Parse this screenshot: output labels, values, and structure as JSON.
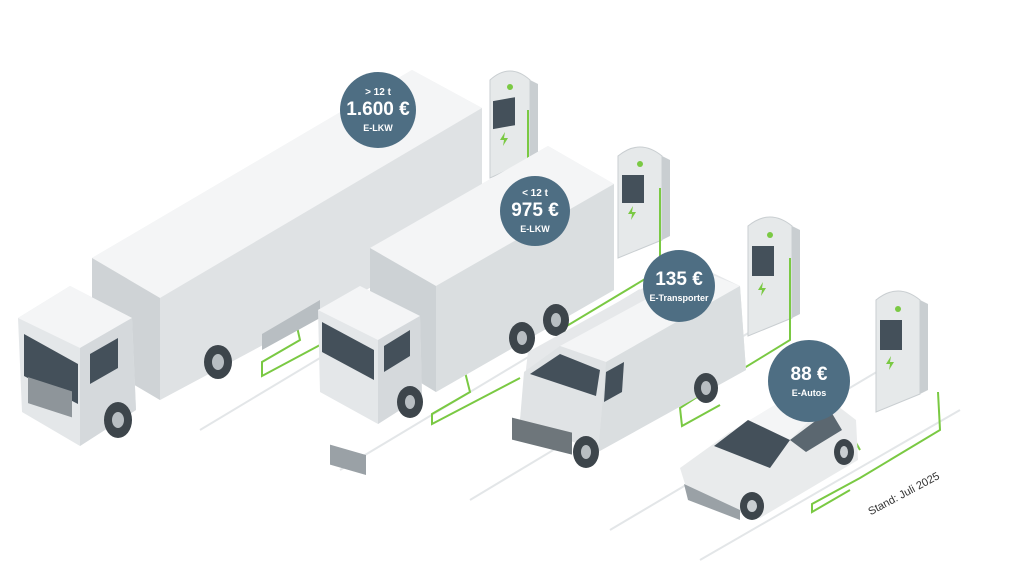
{
  "colors": {
    "badge": "#4e6e83",
    "cable": "#7ac943",
    "vehicle_light": "#e9ebec",
    "vehicle_mid": "#cfd3d6",
    "vehicle_dark": "#8e959a",
    "charger": "#e6e9ea"
  },
  "badges": [
    {
      "sub": "> 12 t",
      "price": "1.600 €",
      "type": "E-LKW"
    },
    {
      "sub": "< 12 t",
      "price": "975 €",
      "type": "E-LKW"
    },
    {
      "sub": "",
      "price": "135 €",
      "type": "E-Transporter"
    },
    {
      "sub": "",
      "price": "88 €",
      "type": "E-Autos"
    }
  ],
  "footnote": "Stand: Juli 2025",
  "icons": [
    "charging-station-icon",
    "lightning-bolt-icon"
  ]
}
